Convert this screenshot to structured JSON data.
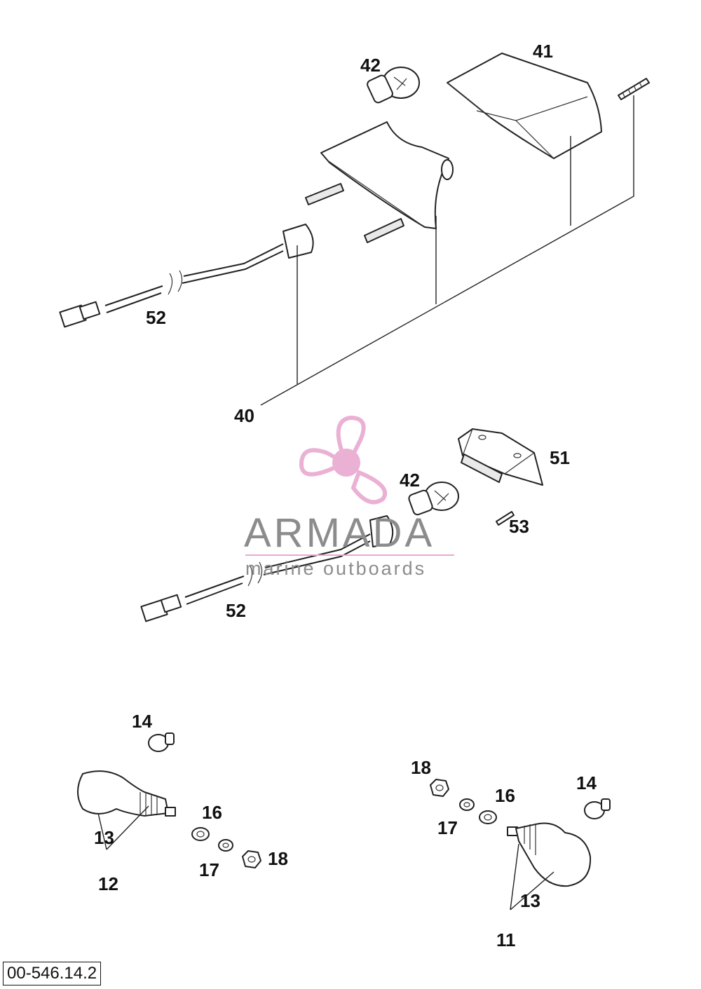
{
  "labels": {
    "p40": "40",
    "p41": "41",
    "p42a": "42",
    "p42b": "42",
    "p51": "51",
    "p52a": "52",
    "p52b": "52",
    "p53": "53",
    "p14a": "14",
    "p14b": "14",
    "p13a": "13",
    "p13b": "13",
    "p12": "12",
    "p11": "11",
    "p16a": "16",
    "p16b": "16",
    "p17a": "17",
    "p17b": "17",
    "p18a": "18",
    "p18b": "18"
  },
  "watermark": {
    "brand": "ARMADA",
    "tagline": "marine outboards"
  },
  "reference": "00-546.14.2",
  "colors": {
    "logo_pink": "#e8a9d0",
    "logo_text": "#8c8c8c",
    "line": "#222222"
  }
}
